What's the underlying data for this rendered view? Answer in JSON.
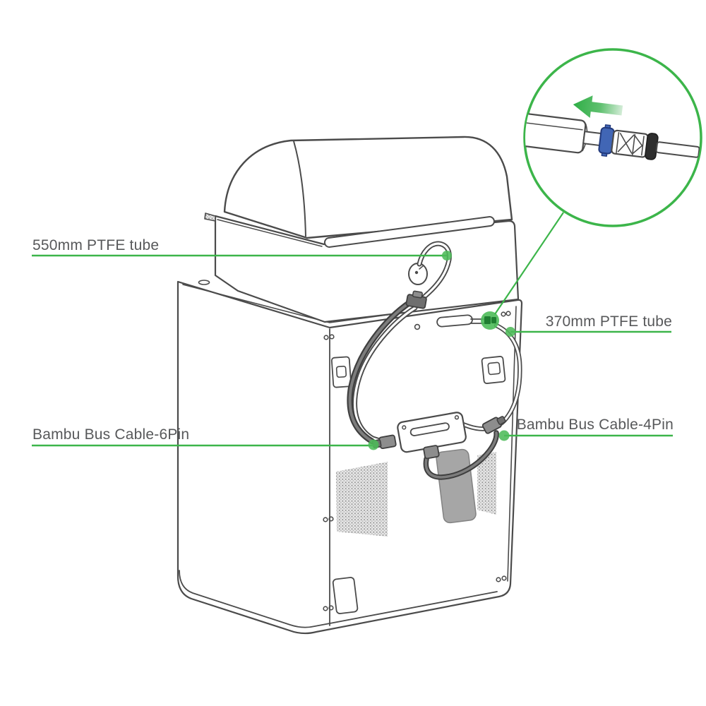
{
  "figure": {
    "kind": "printer-rear-cabling-diagram",
    "colors": {
      "annotation_green": "#3cb54a",
      "line_gray": "#4b4b4b",
      "text_gray": "#57585a",
      "collar_blue": "#4166b5",
      "ring_black": "#2e2e2e",
      "panel_gray": "#a6a6a6"
    },
    "labels": {
      "tube550": {
        "text": "550mm PTFE tube"
      },
      "tube370": {
        "text": "370mm PTFE tube"
      },
      "cable6": {
        "text": "Bambu Bus Cable-6Pin"
      },
      "cable4": {
        "text": "Bambu Bus Cable-4Pin"
      }
    },
    "inset": {
      "arrow_direction": "left"
    }
  }
}
